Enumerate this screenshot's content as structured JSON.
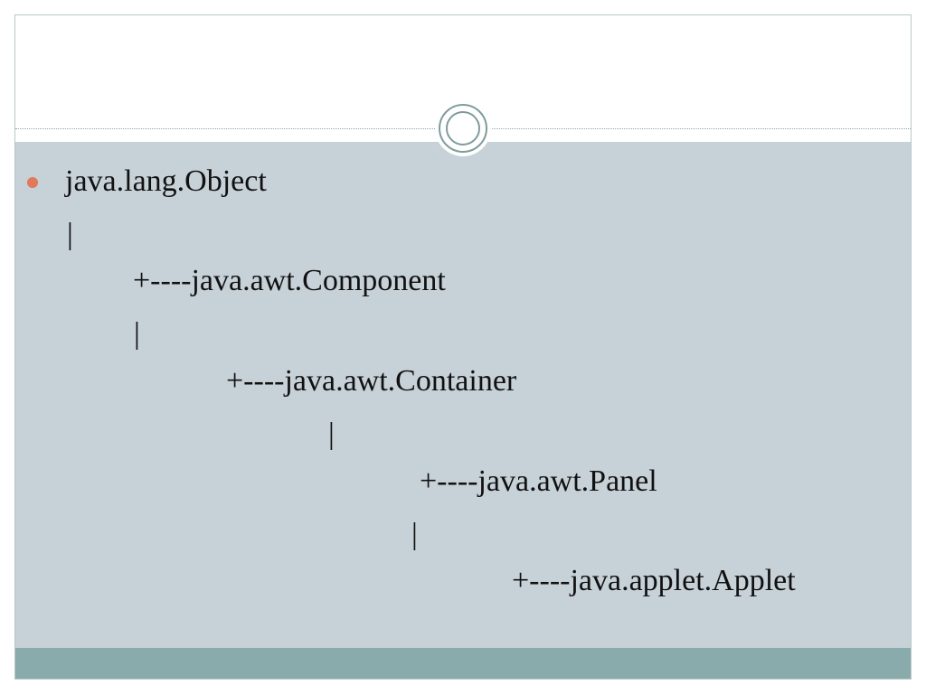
{
  "slide": {
    "hierarchy": [
      "java.lang.Object",
      "|",
      "+----java.awt.Component",
      "|",
      "+----java.awt.Container",
      "|",
      "+----java.awt.Panel",
      "|",
      "+----java.applet.Applet"
    ]
  },
  "colors": {
    "content_background": "#c7d1d8",
    "footer_bar": "#8aabab",
    "bullet": "#e07a5a",
    "ornament_ring": "#7f9c9c"
  }
}
